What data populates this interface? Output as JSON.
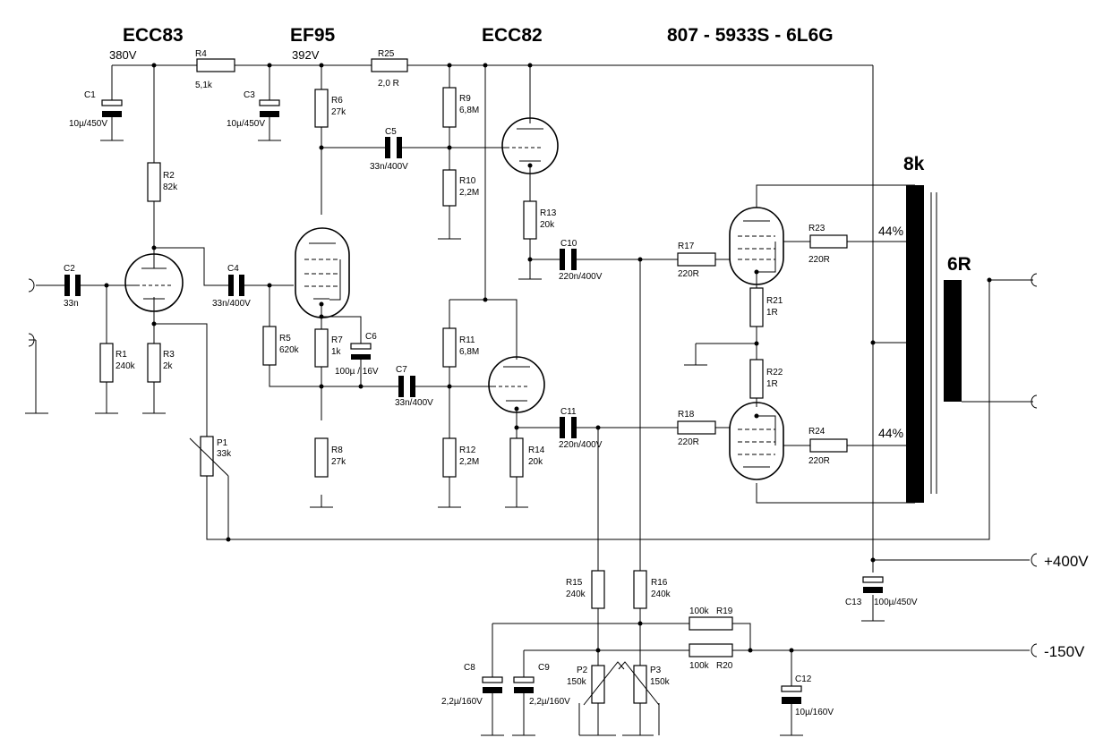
{
  "tube_labels": [
    "ECC83",
    "EF95",
    "ECC82",
    "807 - 5933S - 6L6G"
  ],
  "voltages": {
    "v1": "380V",
    "v2": "392V"
  },
  "transformer": {
    "primary": "8k",
    "secondary": "6R",
    "tap_top": "44%",
    "tap_bottom": "44%"
  },
  "rails": {
    "plus": "+400V",
    "minus": "-150V"
  },
  "components": {
    "R1": {
      "ref": "R1",
      "value": "240k"
    },
    "R2": {
      "ref": "R2",
      "value": "82k"
    },
    "R3": {
      "ref": "R3",
      "value": "2k"
    },
    "R4": {
      "ref": "R4",
      "value": "5,1k"
    },
    "R5": {
      "ref": "R5",
      "value": "620k"
    },
    "R6": {
      "ref": "R6",
      "value": "27k"
    },
    "R7": {
      "ref": "R7",
      "value": "1k"
    },
    "R8": {
      "ref": "R8",
      "value": "27k"
    },
    "R9": {
      "ref": "R9",
      "value": "6,8M"
    },
    "R10": {
      "ref": "R10",
      "value": "2,2M"
    },
    "R11": {
      "ref": "R11",
      "value": "6,8M"
    },
    "R12": {
      "ref": "R12",
      "value": "2,2M"
    },
    "R13": {
      "ref": "R13",
      "value": "20k"
    },
    "R14": {
      "ref": "R14",
      "value": "20k"
    },
    "R15": {
      "ref": "R15",
      "value": "240k"
    },
    "R16": {
      "ref": "R16",
      "value": "240k"
    },
    "R17": {
      "ref": "R17",
      "value": "220R"
    },
    "R18": {
      "ref": "R18",
      "value": "220R"
    },
    "R19": {
      "ref": "R19",
      "value": "100k"
    },
    "R20": {
      "ref": "R20",
      "value": "100k"
    },
    "R21": {
      "ref": "R21",
      "value": "1R"
    },
    "R22": {
      "ref": "R22",
      "value": "1R"
    },
    "R23": {
      "ref": "R23",
      "value": "220R"
    },
    "R24": {
      "ref": "R24",
      "value": "220R"
    },
    "R25": {
      "ref": "R25",
      "value": "2,0 R"
    },
    "C1": {
      "ref": "C1",
      "value": "10µ/450V"
    },
    "C2": {
      "ref": "C2",
      "value": "33n"
    },
    "C3": {
      "ref": "C3",
      "value": "10µ/450V"
    },
    "C4": {
      "ref": "C4",
      "value": "33n/400V"
    },
    "C5": {
      "ref": "C5",
      "value": "33n/400V"
    },
    "C6": {
      "ref": "C6",
      "value": "100µ / 16V"
    },
    "C7": {
      "ref": "C7",
      "value": "33n/400V"
    },
    "C8": {
      "ref": "C8",
      "value": "2,2µ/160V"
    },
    "C9": {
      "ref": "C9",
      "value": "2,2µ/160V"
    },
    "C10": {
      "ref": "C10",
      "value": "220n/400V"
    },
    "C11": {
      "ref": "C11",
      "value": "220n/400V"
    },
    "C12": {
      "ref": "C12",
      "value": "10µ/160V"
    },
    "C13": {
      "ref": "C13",
      "value": "100µ/450V"
    },
    "P1": {
      "ref": "P1",
      "value": "33k"
    },
    "P2": {
      "ref": "P2",
      "value": "150k"
    },
    "P3": {
      "ref": "P3",
      "value": "150k"
    }
  }
}
